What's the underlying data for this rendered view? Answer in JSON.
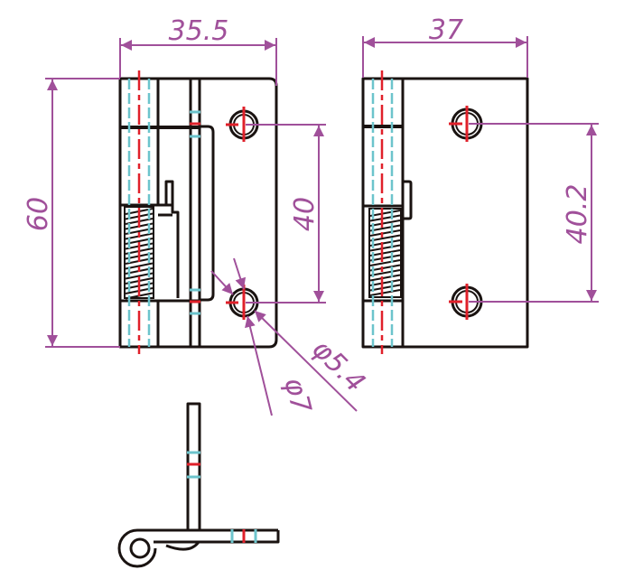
{
  "title": "Spring hinge drawing",
  "colors": {
    "outline": "#1a1311",
    "dimension": "#a0509a",
    "hidden": "#6cc4cc",
    "center": "#e0202a"
  },
  "dimensions": {
    "width_left": "35.5",
    "width_right": "37",
    "height": "60",
    "hole_spacing_left": "40",
    "hole_spacing_right": "40.2",
    "outer_diameter": "φ7",
    "hole_diameter": "φ5.4"
  }
}
